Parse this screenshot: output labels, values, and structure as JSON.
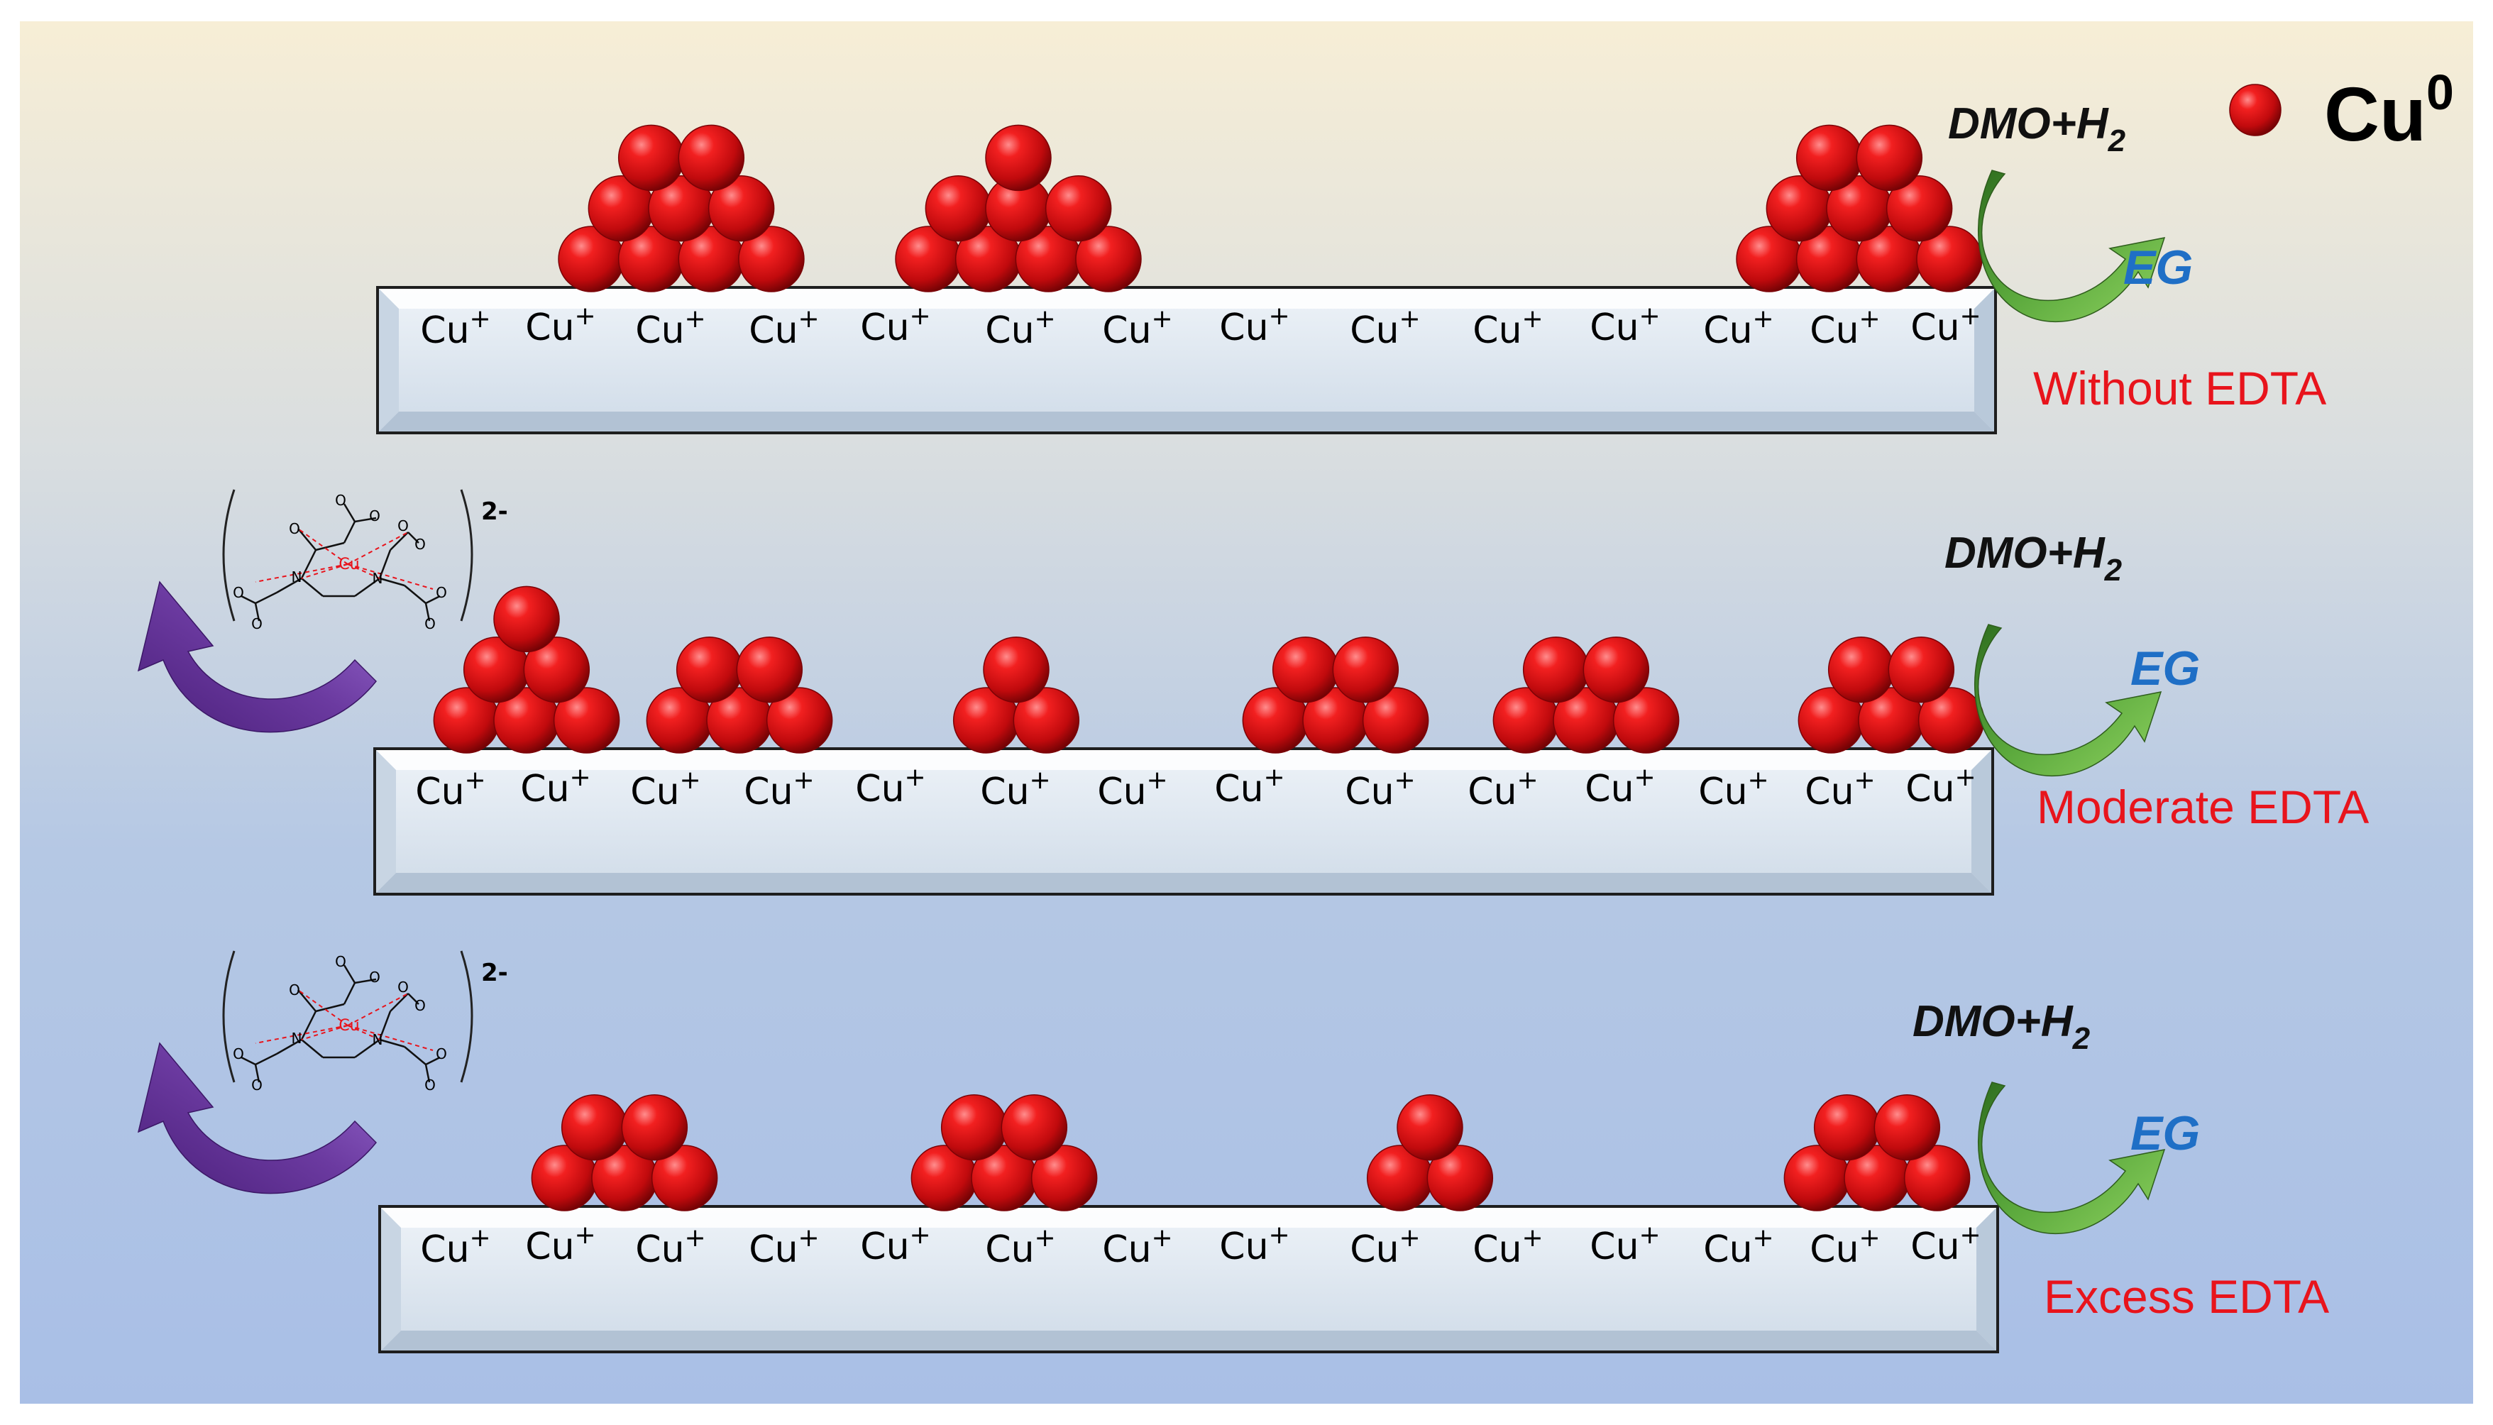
{
  "legend": {
    "base": "Cu",
    "sup": "0"
  },
  "ion": {
    "base": "Cu",
    "sup": "+"
  },
  "complex": {
    "charge": "2-",
    "atoms": {
      "o": "O",
      "n": "N",
      "cu": "Cu"
    }
  },
  "panels": [
    {
      "label": "Without EDTA",
      "reactant": "DMO+H",
      "reactant_sub": "2",
      "product": "EG",
      "has_complex": false
    },
    {
      "label": "Moderate EDTA",
      "reactant": "DMO+H",
      "reactant_sub": "2",
      "product": "EG",
      "has_complex": true
    },
    {
      "label": "Excess EDTA",
      "reactant": "DMO+H",
      "reactant_sub": "2",
      "product": "EG",
      "has_complex": true
    }
  ],
  "colors": {
    "label_red": "#e8141c",
    "product_blue": "#1f6fc6",
    "arrow_green": "#5aa83c",
    "arrow_purple": "#6b3aa0",
    "particle_red": "#d80f14"
  }
}
